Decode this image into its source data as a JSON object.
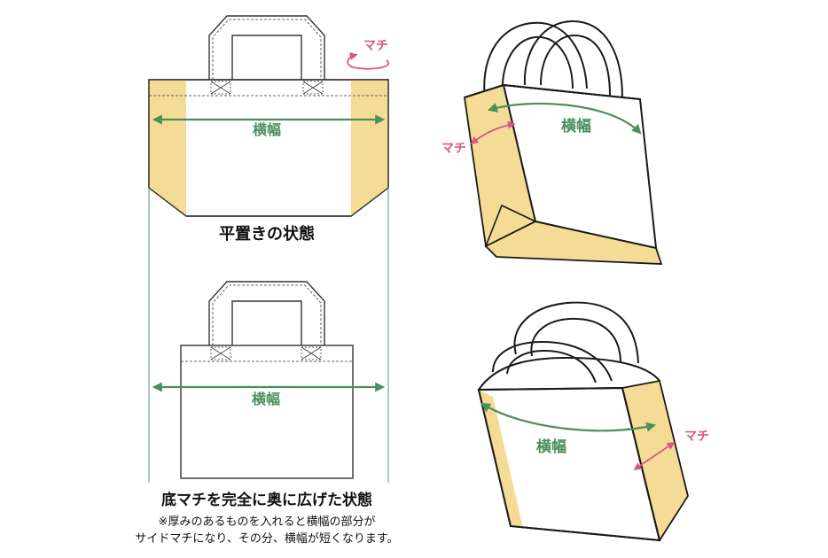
{
  "colors": {
    "width_arrow": "#4a8f5c",
    "gusset_arrow": "#d9558a",
    "gusset_fill": "#f5dc96",
    "outline": "#3a3330",
    "text": "#111111"
  },
  "labels": {
    "width": "横幅",
    "gusset": "マチ"
  },
  "captions": {
    "flat": "平置きの状態",
    "expanded": "底マチを完全に奥に広げた状態",
    "note_line1": "※厚みのあるものを入れると横幅の部分が",
    "note_line2": "サイドマチになり、その分、横幅が短くなります。"
  }
}
